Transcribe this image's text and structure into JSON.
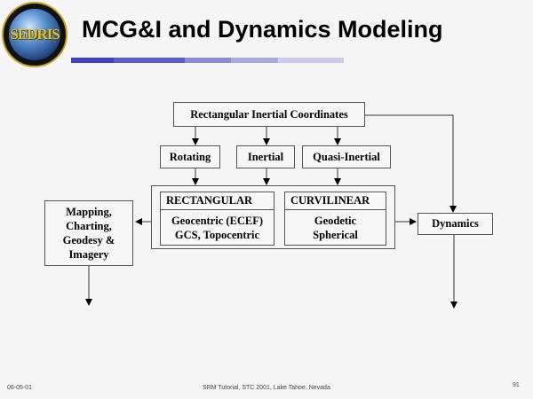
{
  "logo": {
    "text": "SEDRIS",
    "icon": "sedris-globe-logo"
  },
  "title": "MCG&I and Dynamics Modeling",
  "title_bar_colors": [
    "#3f3fc8",
    "#5a5ad0",
    "#8a8ad8",
    "#a9a9e2",
    "#cacaf0"
  ],
  "diagram": {
    "top": "Rectangular Inertial Coordinates",
    "frames": [
      "Rotating",
      "Inertial",
      "Quasi-Inertial"
    ],
    "rectangular": {
      "head": "RECTANGULAR",
      "line1": "Geocentric (ECEF)",
      "line2": "GCS, Topocentric"
    },
    "curvilinear": {
      "head": "CURVILINEAR",
      "line1": "Geodetic",
      "line2": "Spherical"
    },
    "mapping": {
      "line1": "Mapping,",
      "line2": "Charting,",
      "line3": "Geodesy &",
      "line4": "Imagery"
    },
    "dynamics": "Dynamics"
  },
  "footer": {
    "date": "06-05-01",
    "center": "SRM Tutorial, STC 2001, Lake Tahoe, Nevada",
    "page": "91"
  }
}
